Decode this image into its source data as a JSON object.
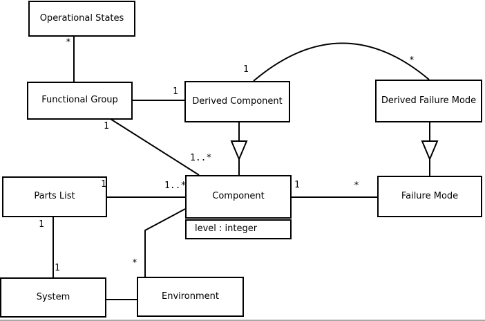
{
  "diagram": {
    "type": "uml-class-diagram",
    "nodes": {
      "operational_states": {
        "label": "Operational States"
      },
      "functional_group": {
        "label": "Functional Group"
      },
      "derived_component": {
        "label": "Derived Component"
      },
      "derived_failure_mode": {
        "label": "Derived Failure Mode"
      },
      "parts_list": {
        "label": "Parts List"
      },
      "component": {
        "label": "Component",
        "attribute": "level : integer"
      },
      "failure_mode": {
        "label": "Failure Mode"
      },
      "system": {
        "label": "System"
      },
      "environment": {
        "label": "Environment"
      }
    },
    "multiplicities": {
      "operational_states_functional_group": "*",
      "functional_group_derived_component": "1",
      "derived_component_arc_end": "1",
      "derived_failure_mode_arc_end": "*",
      "functional_group_component_source": "1",
      "functional_group_component_target": "1..*",
      "parts_list_component_source": "1",
      "parts_list_component_target": "1..*",
      "component_failure_mode_source": "1",
      "component_failure_mode_target": "*",
      "parts_list_system_source": "1",
      "parts_list_system_target": "1",
      "environment_component": "*"
    },
    "colors": {
      "line": "#000000",
      "box_fill": "#ffffff",
      "box_border": "#000000",
      "text": "#000000",
      "background": "#ffffff"
    }
  }
}
